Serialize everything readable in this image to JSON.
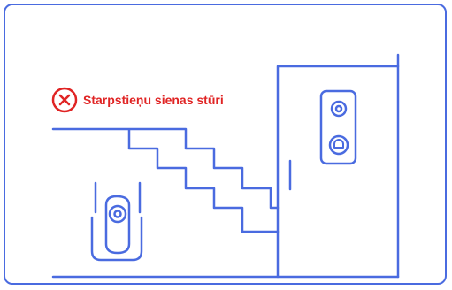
{
  "warning": {
    "label": "Starpstieņu sienas stūri",
    "icon": "x-circle-icon",
    "color": "#e02424"
  },
  "illustration": {
    "stroke_color": "#4a6be0",
    "elements": [
      "staircase",
      "wall",
      "door",
      "doorbell-camera",
      "indoor-camera"
    ]
  }
}
